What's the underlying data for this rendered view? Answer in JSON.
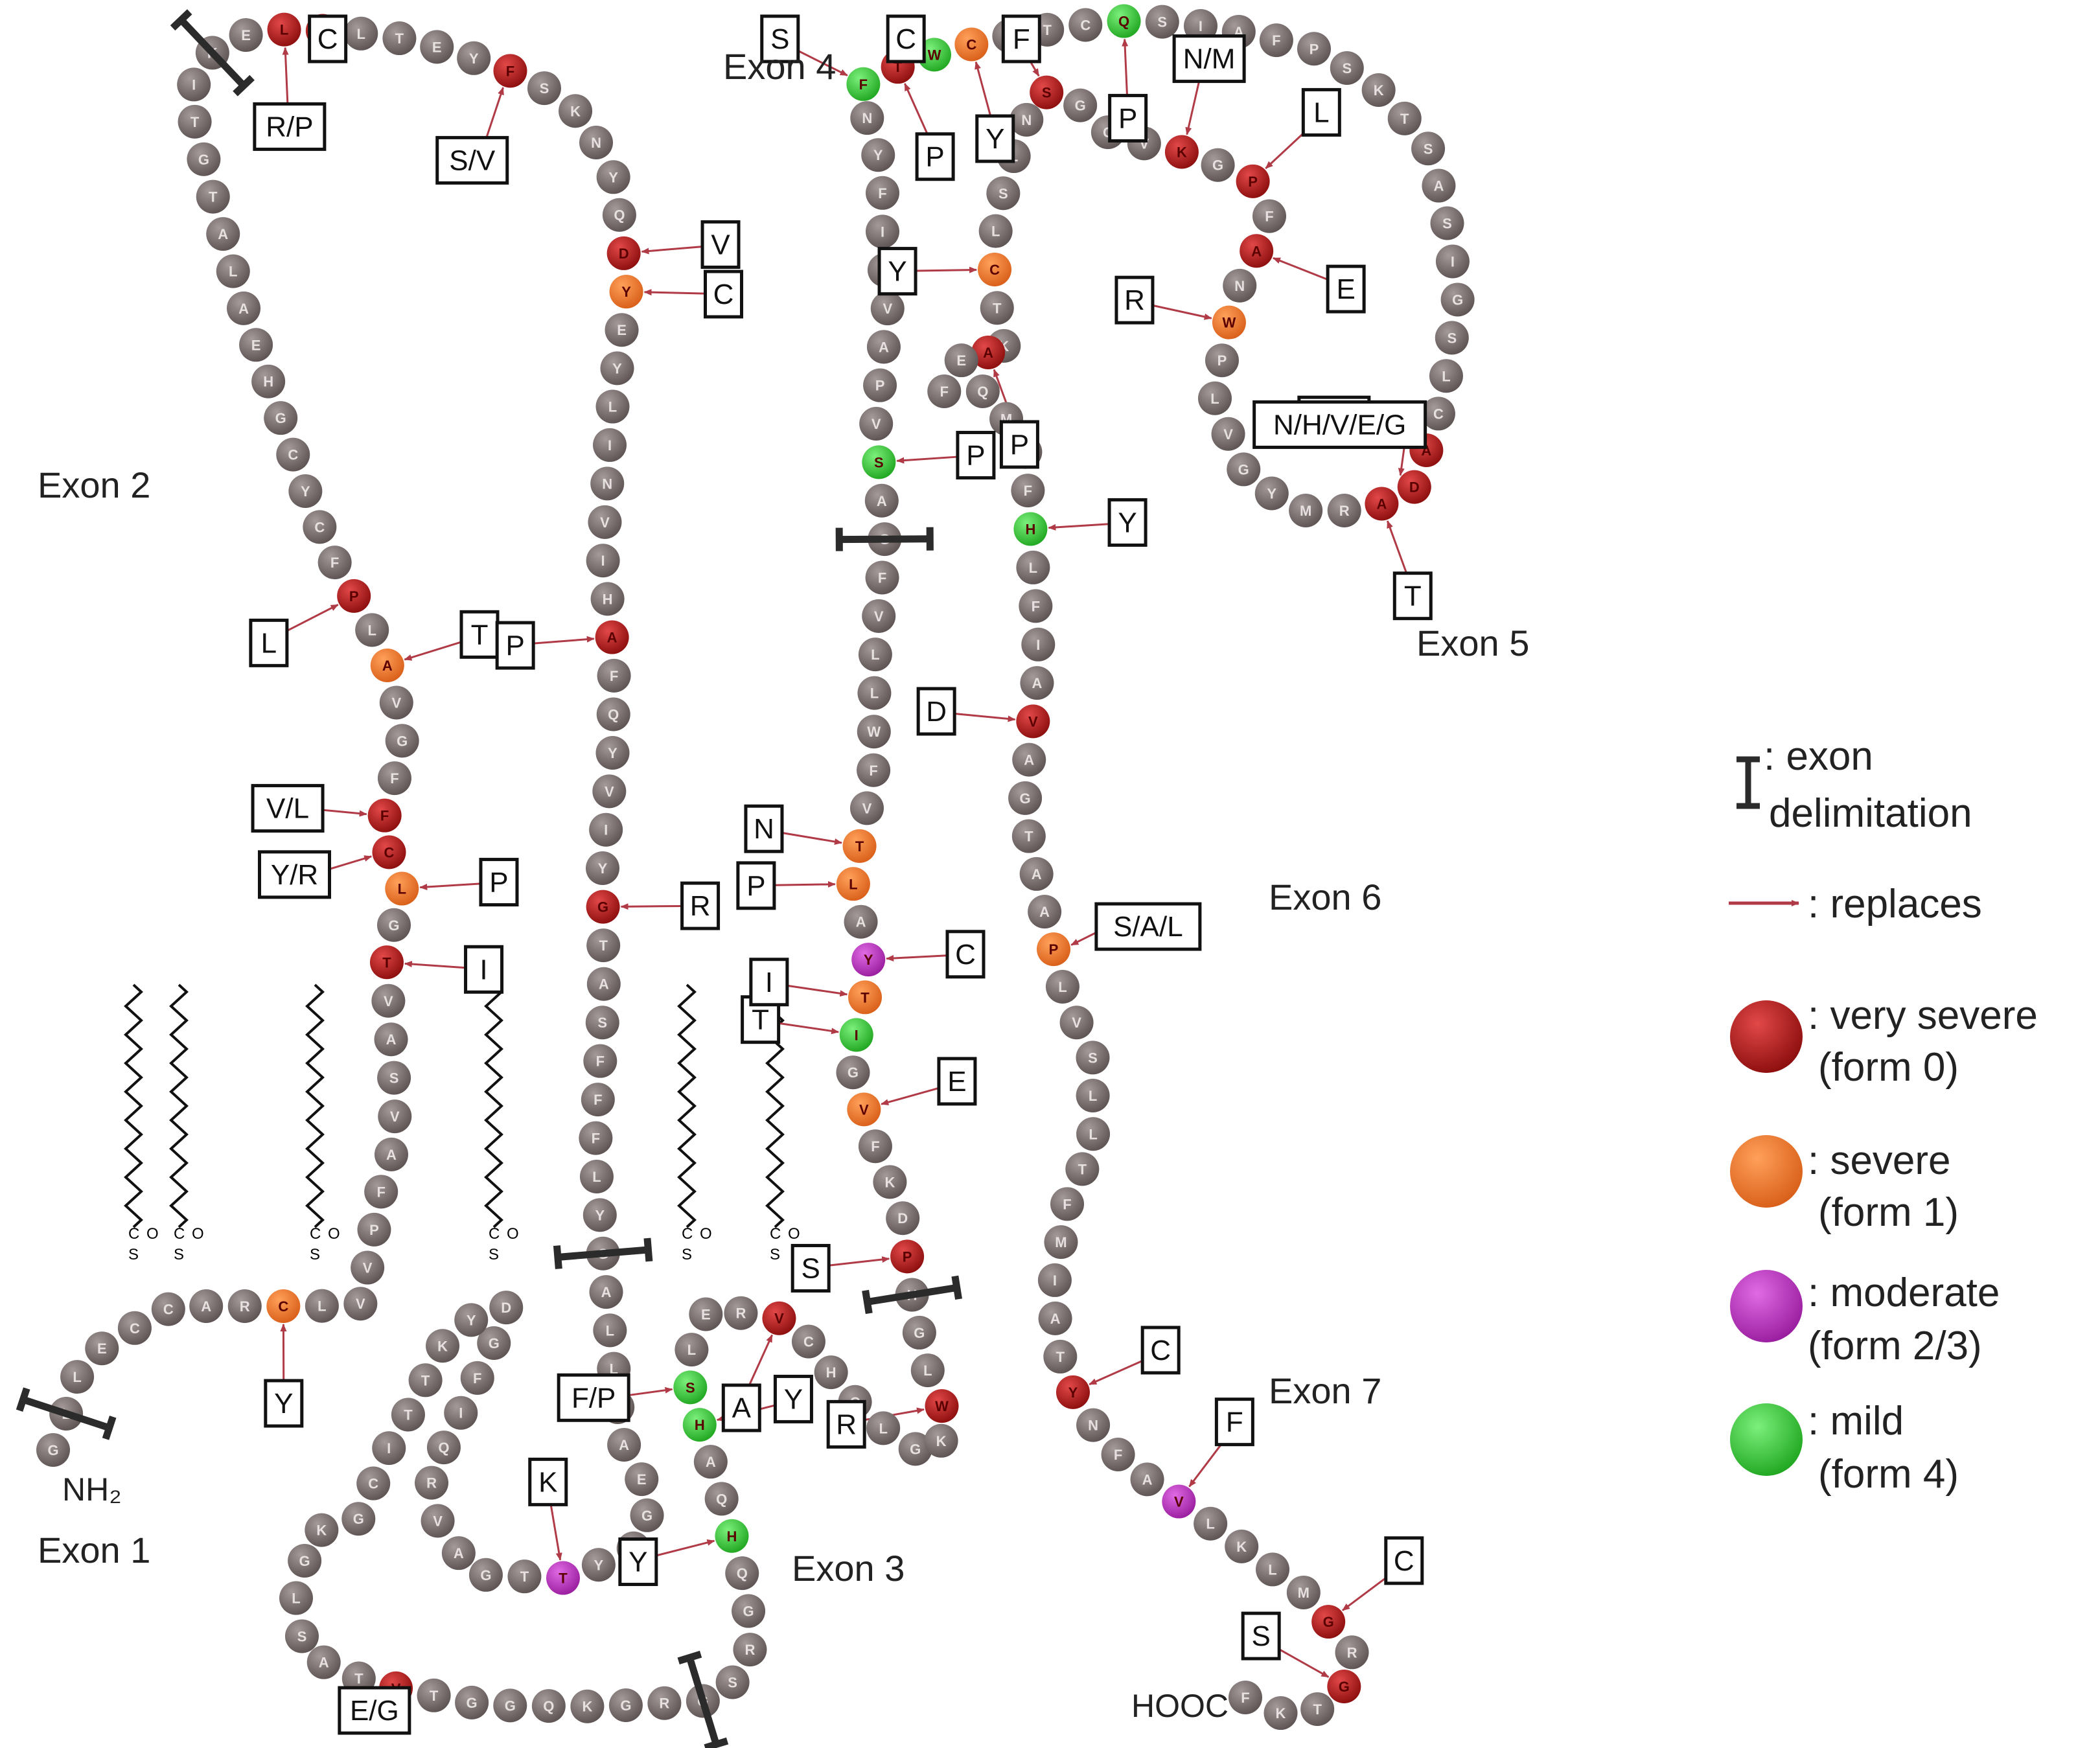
{
  "colors": {
    "bead": "#7a6f6f",
    "very_severe": "#c21a1a",
    "severe": "#f07a2a",
    "moderate": "#c43ac8",
    "mild": "#3fd23f",
    "arrow": "#b03a46"
  },
  "exons": [
    {
      "label": "Exon 1"
    },
    {
      "label": "Exon 2"
    },
    {
      "label": "Exon 3"
    },
    {
      "label": "Exon 4"
    },
    {
      "label": "Exon 5"
    },
    {
      "label": "Exon 6"
    },
    {
      "label": "Exon 7"
    }
  ],
  "termini": {
    "n": "NH₂",
    "c": "HOOC"
  },
  "sequence": "GLLECCARCLVVPFAVSAVTGLCFFGVALPFCYCGHEALATGTIKELYLTEYFSKNYQDYEYLINVIHAFQYVIYGTASFFFLYGALLLAEGFYTTGAVRQIFGDYKTTICGKGLSATVTGGQKGRGSRGQHQAHSLERVCHCLGKWLGHPDKFVGITYALTVFWLLVFGASVPAVYIFYNFTWCTTCQSIAFPSKTSASIGSLCADARMYGVLPWNAFPGKVCGSNLSLCTKAEFQMTFHLFIAVAGTAAPLVSLLTFMIATYNFAVLKLMGRGTKF",
  "mutations": [
    {
      "native": "L",
      "repl": "R/P",
      "severity": "very_severe"
    },
    {
      "native": "Y",
      "repl": "C",
      "severity": "very_severe"
    },
    {
      "native": "F",
      "repl": "S/V",
      "severity": "very_severe"
    },
    {
      "native": "D",
      "repl": "V",
      "severity": "very_severe"
    },
    {
      "native": "T",
      "repl": "I",
      "severity": "very_severe"
    },
    {
      "native": "Y",
      "repl": "C",
      "severity": "severe"
    },
    {
      "native": "A",
      "repl": "T",
      "severity": "severe"
    },
    {
      "native": "C",
      "repl": "Y/R",
      "severity": "very_severe"
    },
    {
      "native": "C",
      "repl": "Y",
      "severity": "severe"
    },
    {
      "native": "F",
      "repl": "V/L",
      "severity": "very_severe"
    },
    {
      "native": "L",
      "repl": "P",
      "severity": "severe"
    },
    {
      "native": "G",
      "repl": "R",
      "severity": "very_severe"
    },
    {
      "native": "A",
      "repl": "P",
      "severity": "very_severe"
    },
    {
      "native": "P",
      "repl": "L",
      "severity": "very_severe"
    },
    {
      "native": "T",
      "repl": "K",
      "severity": "moderate"
    },
    {
      "native": "H",
      "repl": "Y",
      "severity": "mild"
    },
    {
      "native": "H",
      "repl": "Y",
      "severity": "mild"
    },
    {
      "native": "I",
      "repl": "T",
      "severity": "mild"
    },
    {
      "native": "S",
      "repl": "P",
      "severity": "mild"
    },
    {
      "native": "L",
      "repl": "P",
      "severity": "severe"
    },
    {
      "native": "C",
      "repl": "Y",
      "severity": "severe"
    },
    {
      "native": "T",
      "repl": "N",
      "severity": "severe"
    },
    {
      "native": "T",
      "repl": "P",
      "severity": "very_severe"
    },
    {
      "native": "W",
      "repl": "C",
      "severity": "mild"
    },
    {
      "native": "Q",
      "repl": "P",
      "severity": "mild"
    },
    {
      "native": "F",
      "repl": "S",
      "severity": "mild"
    },
    {
      "native": "Y",
      "repl": "C",
      "severity": "moderate"
    },
    {
      "native": "P",
      "repl": "S",
      "severity": "very_severe"
    },
    {
      "native": "V",
      "repl": "A",
      "severity": "very_severe"
    },
    {
      "native": "S",
      "repl": "F/P",
      "severity": "mild"
    },
    {
      "native": "V",
      "repl": "E/G",
      "severity": "very_severe"
    },
    {
      "native": "W",
      "repl": "R",
      "severity": "very_severe"
    },
    {
      "native": "V",
      "repl": "E",
      "severity": "severe"
    },
    {
      "native": "T",
      "repl": "I",
      "severity": "severe"
    },
    {
      "native": "K",
      "repl": "N/M",
      "severity": "very_severe"
    },
    {
      "native": "H",
      "repl": "Y",
      "severity": "mild"
    },
    {
      "native": "A",
      "repl": "V/E",
      "severity": "very_severe"
    },
    {
      "native": "A",
      "repl": "T",
      "severity": "very_severe"
    },
    {
      "native": "A",
      "repl": "E",
      "severity": "very_severe"
    },
    {
      "native": "A",
      "repl": "P",
      "severity": "very_severe"
    },
    {
      "native": "S",
      "repl": "F",
      "severity": "very_severe"
    },
    {
      "native": "G",
      "repl": "C",
      "severity": "very_severe"
    },
    {
      "native": "C",
      "repl": "Y",
      "severity": "severe"
    },
    {
      "native": "V",
      "repl": "F",
      "severity": "moderate"
    },
    {
      "native": "G",
      "repl": "S",
      "severity": "very_severe"
    },
    {
      "native": "P",
      "repl": "S/A/L",
      "severity": "severe"
    },
    {
      "native": "D",
      "repl": "N/H/V/E/G",
      "severity": "very_severe"
    },
    {
      "native": "Y",
      "repl": "C",
      "severity": "very_severe"
    },
    {
      "native": "V",
      "repl": "D",
      "severity": "very_severe"
    },
    {
      "native": "W",
      "repl": "R",
      "severity": "severe"
    },
    {
      "native": "P",
      "repl": "L",
      "severity": "very_severe"
    }
  ],
  "lipid_anchor": {
    "c_atom": "C",
    "o_atom": "O",
    "s_atom": "S"
  },
  "legend": {
    "exon": ": exon",
    "exon2": "delimitation",
    "replaces": ": replaces",
    "items": [
      {
        "l1": ": very severe",
        "l2": "(form 0)"
      },
      {
        "l1": ": severe",
        "l2": "(form 1)"
      },
      {
        "l1": ": moderate",
        "l2": "(form 2/3)"
      },
      {
        "l1": ": mild",
        "l2": "(form 4)"
      }
    ]
  }
}
